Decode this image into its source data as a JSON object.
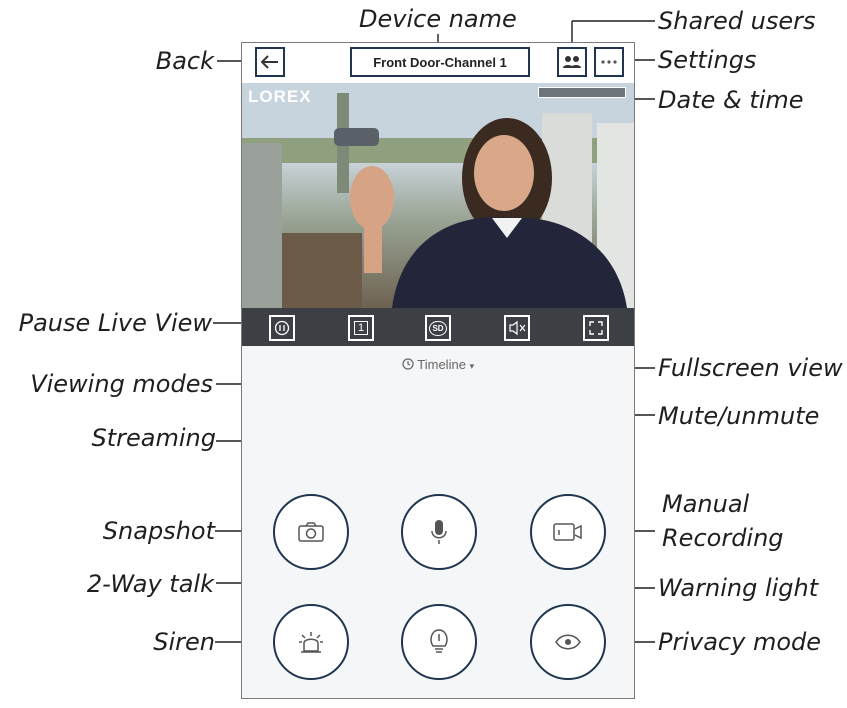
{
  "annotations": {
    "device_name": "Device name",
    "shared_users": "Shared users",
    "back": "Back",
    "settings": "Settings",
    "date_time": "Date & time",
    "pause_live_view": "Pause Live View",
    "viewing_modes": "Viewing modes",
    "streaming": "Streaming",
    "fullscreen_view": "Fullscreen view",
    "mute_unmute": "Mute/unmute",
    "snapshot": "Snapshot",
    "two_way_talk": "2-Way talk",
    "manual_recording_line1": "Manual",
    "manual_recording_line2": "Recording",
    "warning_light": "Warning light",
    "siren": "Siren",
    "privacy_mode": "Privacy mode"
  },
  "app": {
    "device_title": "Front Door-Channel 1",
    "logo": "LOREX",
    "timeline_label": "Timeline",
    "viewing_mode_value": "1",
    "streaming_value": "SD"
  },
  "colors": {
    "frame": "#1f3550",
    "control_bar": "#3c4044",
    "panel_background": "#f5f6f8"
  },
  "icons": [
    "back-arrow-icon",
    "shared-users-icon",
    "more-dots-icon",
    "pause-icon",
    "mute-icon",
    "fullscreen-icon",
    "clock-icon",
    "camera-icon",
    "microphone-icon",
    "video-record-icon",
    "siren-icon",
    "warning-light-icon",
    "eye-icon"
  ]
}
